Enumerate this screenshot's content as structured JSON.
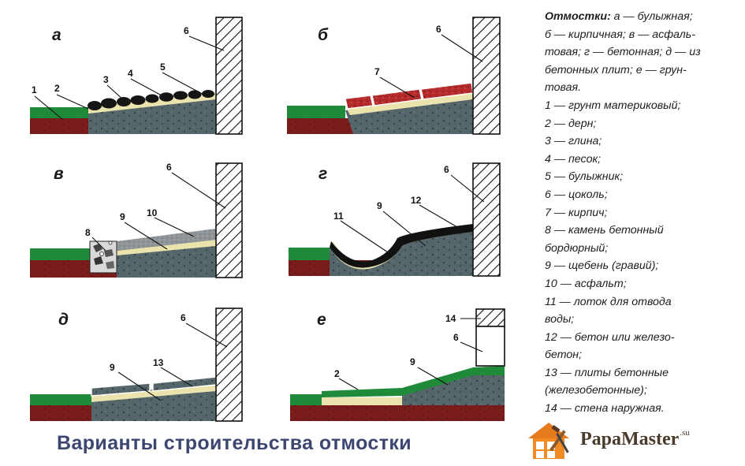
{
  "panels": [
    {
      "id": "a",
      "letter": "а"
    },
    {
      "id": "b",
      "letter": "б"
    },
    {
      "id": "v",
      "letter": "в"
    },
    {
      "id": "g",
      "letter": "г"
    },
    {
      "id": "d",
      "letter": "д"
    },
    {
      "id": "e",
      "letter": "е"
    }
  ],
  "callouts": {
    "a": [
      "1",
      "2",
      "3",
      "4",
      "5",
      "6"
    ],
    "b": [
      "7",
      "6"
    ],
    "v": [
      "8",
      "9",
      "10",
      "6"
    ],
    "g": [
      "11",
      "9",
      "12",
      "6"
    ],
    "d": [
      "9",
      "13",
      "6"
    ],
    "e": [
      "2",
      "9",
      "14",
      "6"
    ]
  },
  "legend": {
    "title": "Отмостки:",
    "intro": [
      " а — булыжная;",
      "б — кирпичная; в — асфаль-",
      "товая; г — бетонная; д — из",
      "бетонных плит; е — грун-",
      "товая."
    ],
    "items": [
      "1 — грунт материковый;",
      "2 — дерн;",
      "3 — глина;",
      "4 — песок;",
      "5 — булыжник;",
      "6 — цоколь;",
      "7 — кирпич;",
      "8 — камень бетонный",
      "бордюрный;",
      "9 — щебень (гравий);",
      "10 — асфальт;",
      "11 — лоток для отвода",
      "воды;",
      "12 — бетон или железо-",
      "бетон;",
      "13 — плиты бетонные",
      "(железобетонные);",
      "14 — стена наружная."
    ]
  },
  "caption": "Варианты строительства отмостки",
  "logo": {
    "name": "PapaMaster",
    "suffix": ".su"
  },
  "colors": {
    "soil": "#7a1c1c",
    "turf": "#1f8a3a",
    "gravel": "#55666a",
    "sand": "#ebe3ad",
    "brick": "#b52a2a",
    "asphalt": "#8f9599",
    "concrete": "#111111",
    "caption": "#3d4670"
  }
}
